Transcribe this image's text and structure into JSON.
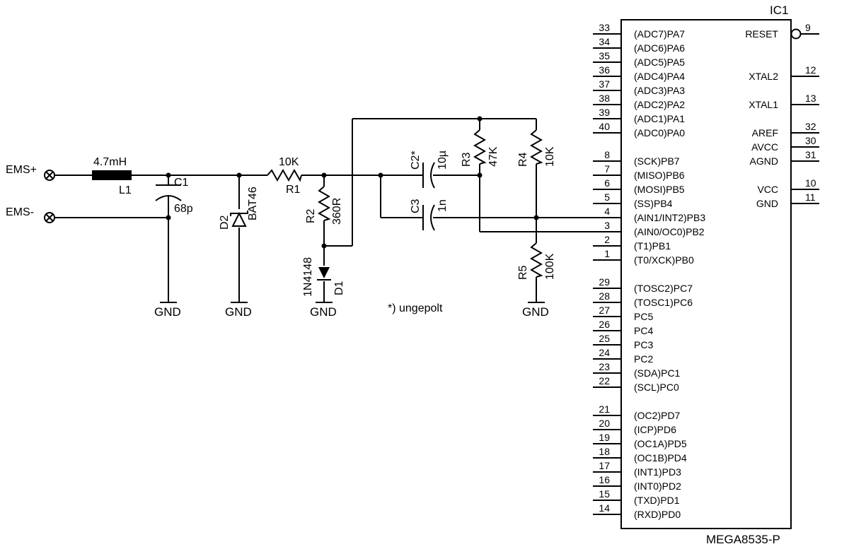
{
  "labels": {
    "ems_plus": "EMS+",
    "ems_minus": "EMS-",
    "l1_value": "4.7mH",
    "l1_name": "L1",
    "c1_name": "C1",
    "c1_value": "68p",
    "d2_name": "D2",
    "d2_value": "BAT46",
    "r1_value": "10K",
    "r1_name": "R1",
    "r2_name": "R2",
    "r2_value": "360R",
    "d1_value": "1N4148",
    "d1_name": "D1",
    "c2_name": "C2*",
    "c2_value": "10µ",
    "c3_name": "C3",
    "c3_value": "1n",
    "r3_name": "R3",
    "r3_value": "47K",
    "r4_name": "R4",
    "r4_value": "10K",
    "r5_name": "R5",
    "r5_value": "100K",
    "gnd": "GND",
    "note": "*) ungepolt",
    "ic_name": "IC1",
    "ic_part": "MEGA8535-P"
  },
  "ic_left_pins": [
    {
      "num": "33",
      "label": "(ADC7)PA7"
    },
    {
      "num": "34",
      "label": "(ADC6)PA6"
    },
    {
      "num": "35",
      "label": "(ADC5)PA5"
    },
    {
      "num": "36",
      "label": "(ADC4)PA4"
    },
    {
      "num": "37",
      "label": "(ADC3)PA3"
    },
    {
      "num": "38",
      "label": "(ADC2)PA2"
    },
    {
      "num": "39",
      "label": "(ADC1)PA1"
    },
    {
      "num": "40",
      "label": "(ADC0)PA0"
    },
    {
      "num": "8",
      "label": "(SCK)PB7"
    },
    {
      "num": "7",
      "label": "(MISO)PB6"
    },
    {
      "num": "6",
      "label": "(MOSI)PB5"
    },
    {
      "num": "5",
      "label": "(SS)PB4"
    },
    {
      "num": "4",
      "label": "(AIN1/INT2)PB3"
    },
    {
      "num": "3",
      "label": "(AIN0/OC0)PB2"
    },
    {
      "num": "2",
      "label": "(T1)PB1"
    },
    {
      "num": "1",
      "label": "(T0/XCK)PB0"
    },
    {
      "num": "29",
      "label": "(TOSC2)PC7"
    },
    {
      "num": "28",
      "label": "(TOSC1)PC6"
    },
    {
      "num": "27",
      "label": "PC5"
    },
    {
      "num": "26",
      "label": "PC4"
    },
    {
      "num": "25",
      "label": "PC3"
    },
    {
      "num": "24",
      "label": "PC2"
    },
    {
      "num": "23",
      "label": "(SDA)PC1"
    },
    {
      "num": "22",
      "label": "(SCL)PC0"
    },
    {
      "num": "21",
      "label": "(OC2)PD7"
    },
    {
      "num": "20",
      "label": "(ICP)PD6"
    },
    {
      "num": "19",
      "label": "(OC1A)PD5"
    },
    {
      "num": "18",
      "label": "(OC1B)PD4"
    },
    {
      "num": "17",
      "label": "(INT1)PD3"
    },
    {
      "num": "16",
      "label": "(INT0)PD2"
    },
    {
      "num": "15",
      "label": "(TXD)PD1"
    },
    {
      "num": "14",
      "label": "(RXD)PD0"
    }
  ],
  "ic_right_pins": [
    {
      "num": "9",
      "label": "RESET"
    },
    {
      "num": "12",
      "label": "XTAL2"
    },
    {
      "num": "13",
      "label": "XTAL1"
    },
    {
      "num": "32",
      "label": "AREF"
    },
    {
      "num": "30",
      "label": "AVCC"
    },
    {
      "num": "31",
      "label": "AGND"
    },
    {
      "num": "10",
      "label": "VCC"
    },
    {
      "num": "11",
      "label": "GND"
    }
  ]
}
